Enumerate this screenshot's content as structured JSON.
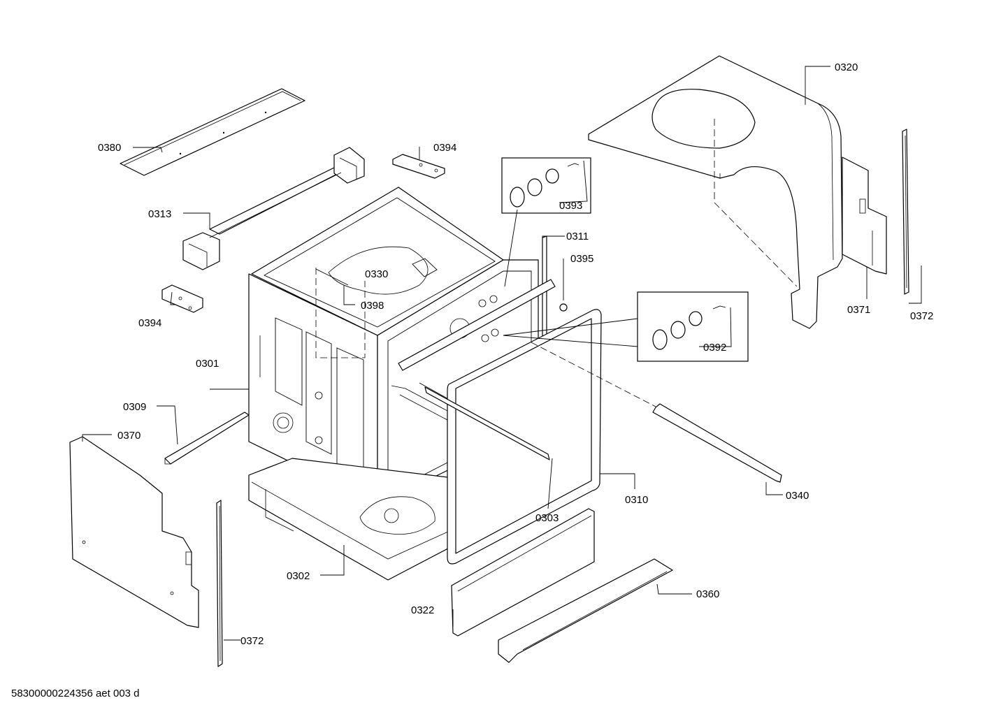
{
  "labels": {
    "p0301": "0301",
    "p0302": "0302",
    "p0303": "0303",
    "p0309": "0309",
    "p0310": "0310",
    "p0311": "0311",
    "p0313": "0313",
    "p0320": "0320",
    "p0322": "0322",
    "p0330": "0330",
    "p0340": "0340",
    "p0360": "0360",
    "p0370": "0370",
    "p0371": "0371",
    "p0372a": "0372",
    "p0372b": "0372",
    "p0380": "0380",
    "p0392": "0392",
    "p0393": "0393",
    "p0394a": "0394",
    "p0394b": "0394",
    "p0395": "0395",
    "p0398": "0398"
  },
  "footer": "58300000224356 aet 003 d"
}
